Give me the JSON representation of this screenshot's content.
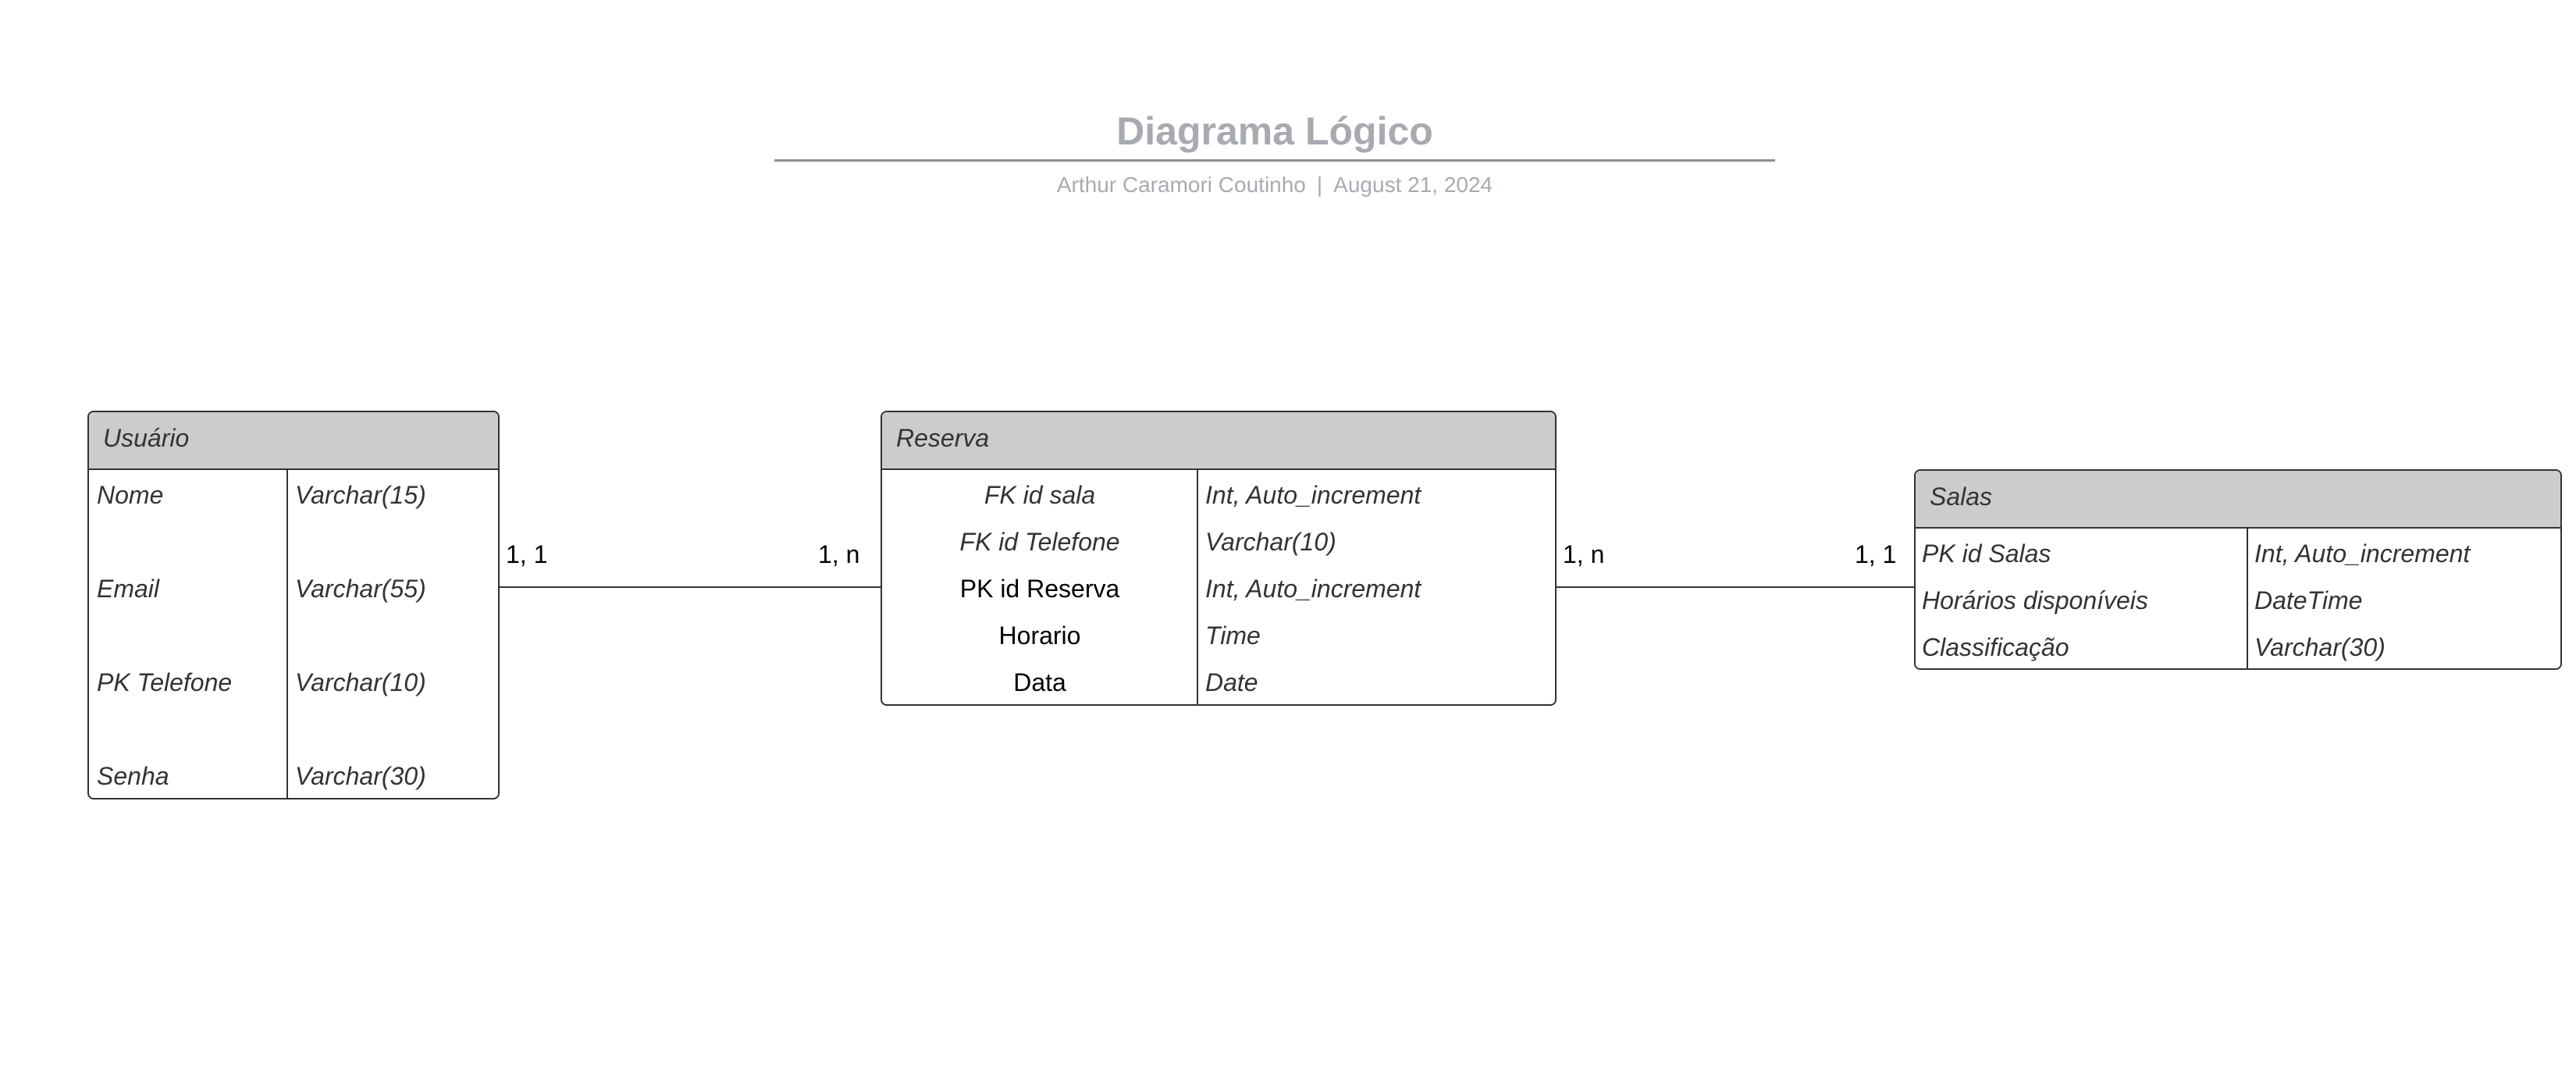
{
  "header": {
    "title": "Diagrama Lógico",
    "author": "Arthur Caramori Coutinho",
    "separator": "|",
    "date": "August 21, 2024"
  },
  "entities": {
    "usuario": {
      "name": "Usuário",
      "rows": [
        {
          "field": "Nome",
          "type": "Varchar(15)"
        },
        {
          "field": "Email",
          "type": "Varchar(55)"
        },
        {
          "field": "PK Telefone",
          "type": "Varchar(10)"
        },
        {
          "field": "Senha",
          "type": "Varchar(30)"
        }
      ]
    },
    "reserva": {
      "name": "Reserva",
      "rows": [
        {
          "field": "FK id sala",
          "type": "Int, Auto_increment"
        },
        {
          "field": "FK id Telefone",
          "type": "Varchar(10)"
        },
        {
          "field": "PK id Reserva",
          "type": "Int, Auto_increment"
        },
        {
          "field": "Horario",
          "type": "Time"
        },
        {
          "field": "Data",
          "type": "Date"
        }
      ]
    },
    "salas": {
      "name": "Salas",
      "rows": [
        {
          "field": "PK id Salas",
          "type": "Int, Auto_increment"
        },
        {
          "field": "Horários disponíveis",
          "type": "DateTime"
        },
        {
          "field": "Classificação",
          "type": "Varchar(30)"
        }
      ]
    }
  },
  "relationships": [
    {
      "from": "Usuário",
      "to": "Reserva",
      "from_cardinality": "1, 1",
      "to_cardinality": "1, n"
    },
    {
      "from": "Reserva",
      "to": "Salas",
      "from_cardinality": "1, n",
      "to_cardinality": "1, 1"
    }
  ]
}
